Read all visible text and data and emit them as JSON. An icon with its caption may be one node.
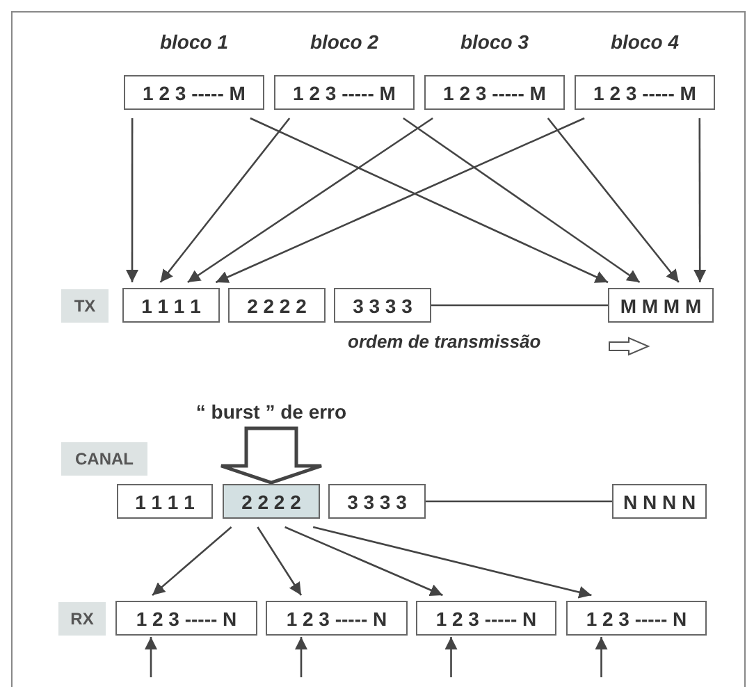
{
  "diagram": {
    "nodes": [
      {
        "text": [
          "bloco 1",
          "1 2 3 ----- M"
        ]
      },
      {
        "text": [
          "bloco 2",
          "1 2 3 ----- M"
        ]
      },
      {
        "text": [
          "bloco 3",
          "1 2 3 ----- M"
        ]
      },
      {
        "text": [
          "bloco 4",
          "1 2 3 ----- M"
        ]
      },
      {
        "text": [
          "1 1 1 1"
        ]
      },
      {
        "text": [
          "2 2 2 2"
        ]
      },
      {
        "text": [
          "3 3 3 3"
        ]
      },
      {
        "text": [
          "M M M M"
        ]
      },
      {
        "text": [
          "“ burst ” de erro"
        ]
      },
      {
        "text": [
          "1 1 1 1"
        ]
      },
      {
        "text": [
          "2 2 2 2"
        ]
      },
      {
        "text": [
          "3 3 3 3"
        ]
      },
      {
        "text": [
          "N N N N"
        ]
      },
      {
        "text": [
          "1 2 3 ----- N"
        ]
      },
      {
        "text": [
          "1 2 3 ----- N"
        ]
      },
      {
        "text": [
          "1 2 3 ----- N"
        ]
      },
      {
        "text": [
          "1 2 3 ----- N"
        ]
      }
    ],
    "edges": [
      {
        "from": 0,
        "to": 4,
        "arrow": "to"
      },
      {
        "from": 0,
        "to": 7,
        "arrow": "to"
      },
      {
        "from": 1,
        "to": 4,
        "arrow": "to"
      },
      {
        "from": 1,
        "to": 7,
        "arrow": "to"
      },
      {
        "from": 2,
        "to": 4,
        "arrow": "to"
      },
      {
        "from": 2,
        "to": 7,
        "arrow": "to"
      },
      {
        "from": 3,
        "to": 4,
        "arrow": "to"
      },
      {
        "from": 3,
        "to": 7,
        "arrow": "to"
      },
      {
        "from": 6,
        "to": 7,
        "arrow": "none"
      },
      {
        "from": 8,
        "to": 10,
        "arrow": "to",
        "style": "thick"
      },
      {
        "from": 11,
        "to": 12,
        "arrow": "none"
      },
      {
        "from": 10,
        "to": 13,
        "arrow": "to"
      },
      {
        "from": 10,
        "to": 14,
        "arrow": "to"
      },
      {
        "from": 10,
        "to": 15,
        "arrow": "to"
      },
      {
        "from": 10,
        "to": 16,
        "arrow": "to"
      },
      {
        "from": null,
        "to": 13,
        "arrow": "to"
      },
      {
        "from": null,
        "to": 14,
        "arrow": "to"
      },
      {
        "from": null,
        "to": 15,
        "arrow": "to"
      },
      {
        "from": null,
        "to": 16,
        "arrow": "to"
      }
    ],
    "labels": [
      "TX",
      "ordem de transmissão",
      "CANAL",
      "RX"
    ]
  }
}
